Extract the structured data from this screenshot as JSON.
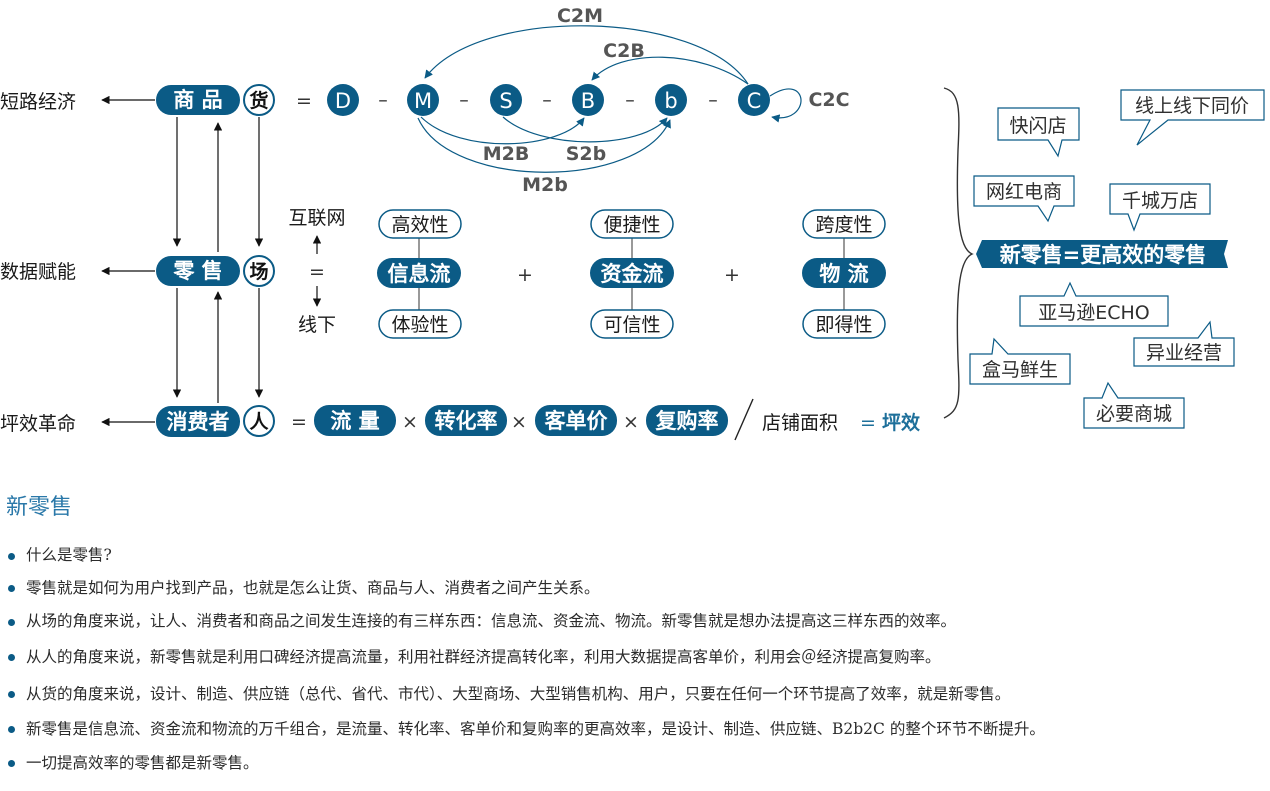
{
  "colors": {
    "primary": "#0b5b86",
    "accent": "#1d6f9a",
    "outline": "#0b5b86"
  },
  "rows": [
    {
      "label": "短路经济",
      "pill": "商 品",
      "circle": "货"
    },
    {
      "label": "数据赋能",
      "pill": "零 售",
      "circle": "场"
    },
    {
      "label": "坪效革命",
      "pill": "消费者",
      "circle": "人"
    }
  ],
  "chain": {
    "nodes": [
      "D",
      "M",
      "S",
      "B",
      "b",
      "C"
    ],
    "equals": "=",
    "sep": "–",
    "arcs": [
      "C2M",
      "C2B",
      "C2C",
      "M2B",
      "S2b",
      "M2b"
    ]
  },
  "middle": {
    "online": "互联网",
    "equals": "=",
    "offline": "线下",
    "flows": [
      {
        "top": "高效性",
        "main": "信息流",
        "bottom": "体验性"
      },
      {
        "top": "便捷性",
        "main": "资金流",
        "bottom": "可信性"
      },
      {
        "top": "跨度性",
        "main": "物 流",
        "bottom": "即得性"
      }
    ],
    "plus": "+"
  },
  "formula": {
    "equals": "=",
    "terms": [
      "流 量",
      "转化率",
      "客单价",
      "复购率"
    ],
    "times": "×",
    "divide_by": "店铺面积",
    "eq": "=",
    "result": "坪效"
  },
  "right": {
    "center": "新零售=更高效的零售",
    "callouts": [
      "快闪店",
      "线上线下同价",
      "网红电商",
      "千城万店",
      "亚马逊ECHO",
      "异业经营",
      "盒马鲜生",
      "必要商城"
    ]
  },
  "section": {
    "title": "新零售",
    "bullets": [
      "什么是零售?",
      "零售就是如何为用户找到产品，也就是怎么让货、商品与人、消费者之间产生关系。",
      "从场的角度来说，让人、消费者和商品之间发生连接的有三样东西：信息流、资金流、物流。新零售就是想办法提高这三样东西的效率。",
      "从人的角度来说，新零售就是利用口碑经济提高流量，利用社群经济提高转化率，利用大数据提高客单价，利用会＠经济提高复购率。",
      "从货的角度来说，设计、制造、供应链（总代、省代、市代）、大型商场、大型销售机构、用户，只要在任何一个环节提高了效率，就是新零售。",
      "新零售是信息流、资金流和物流的万千组合，是流量、转化率、客单价和复购率的更高效率，是设计、制造、供应链、B2b2C 的整个环节不断提升。",
      "一切提高效率的零售都是新零售。"
    ]
  }
}
